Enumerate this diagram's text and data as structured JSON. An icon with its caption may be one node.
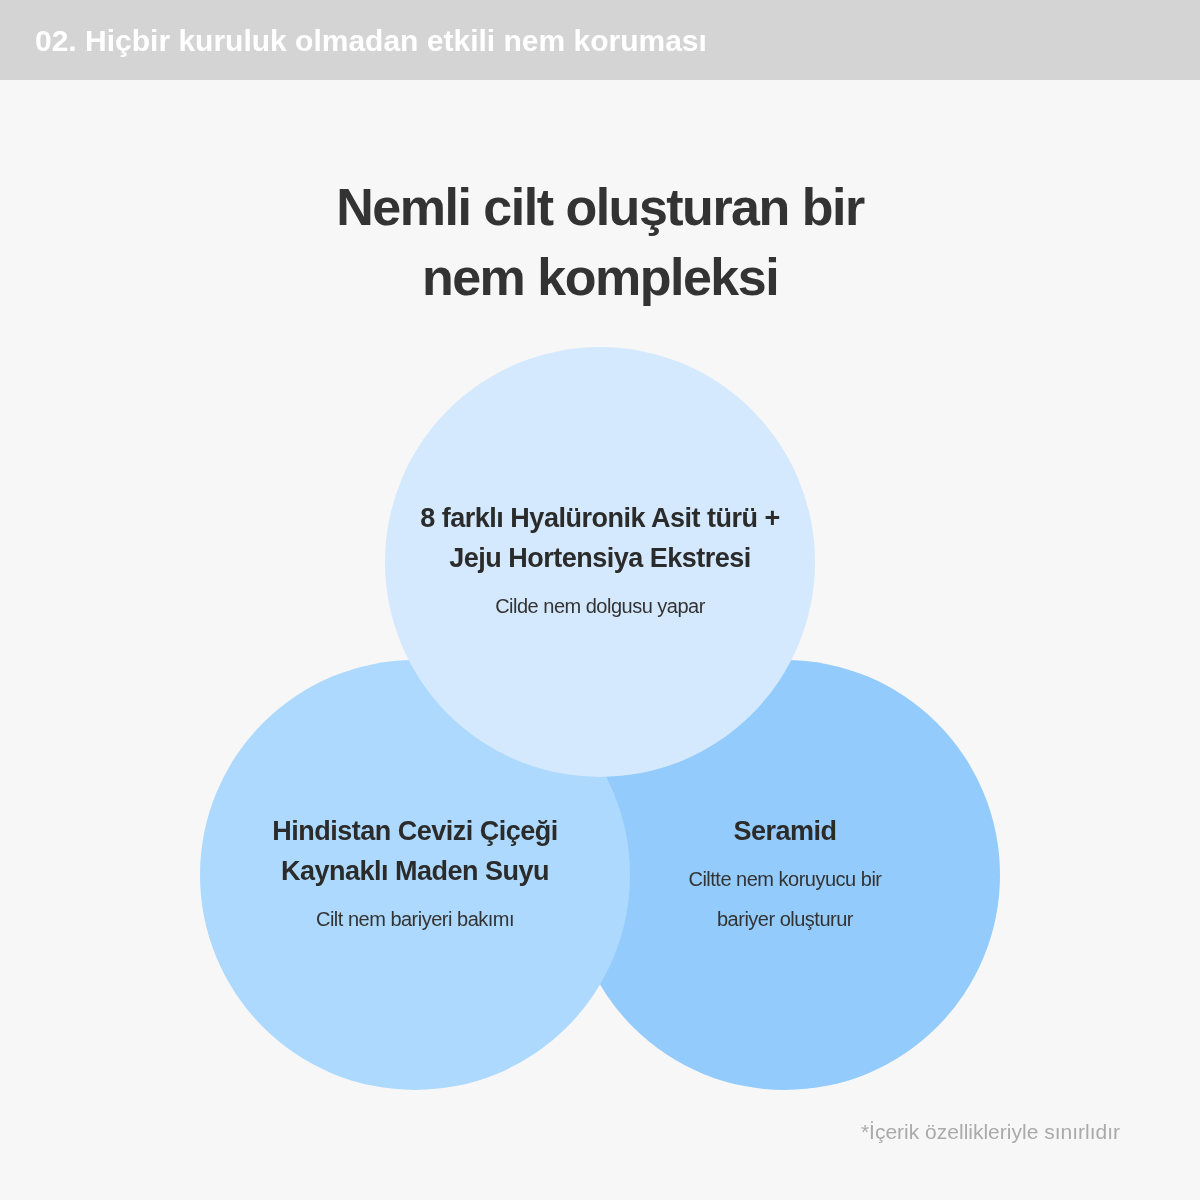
{
  "diagram": {
    "title": "Nemli cilt oluşturan bir nem kompleksi",
    "nodes": [
      {
        "text": [
          "8 farklı Hyalüronik Asit türü + Jeju Hortensiya Ekstresi",
          "Cilde nem dolgusu yapar"
        ]
      },
      {
        "text": [
          "Hindistan Cevizi Çiçeği Kaynaklı Maden Suyu",
          "Cilt nem bariyeri bakımı"
        ]
      },
      {
        "text": [
          "Seramid",
          "Ciltte nem koruyucu bir bariyer oluşturur"
        ]
      }
    ],
    "labels": [
      "02. Hiçbir kuruluk olmadan etkili nem koruması",
      "*İçerik özellikleriyle sınırlıdır"
    ]
  }
}
